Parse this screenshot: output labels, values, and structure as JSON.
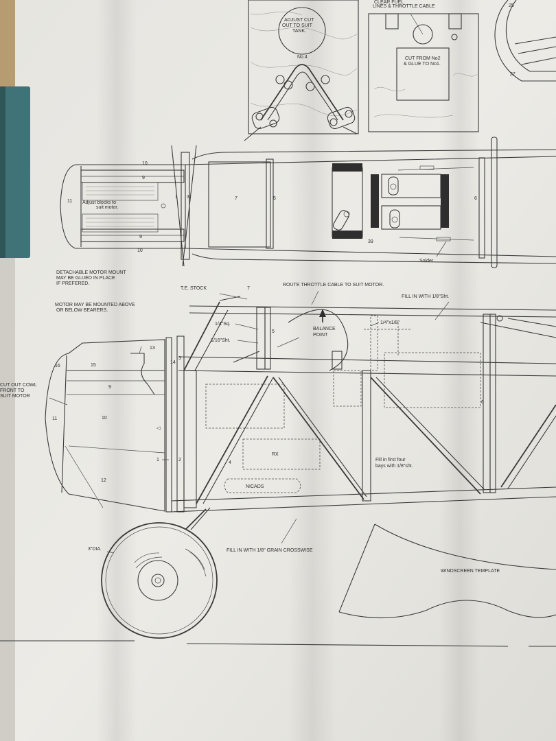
{
  "colors": {
    "paper": "#e9e8e3",
    "ink": "#3a3a3a",
    "binder": "#3f7378",
    "shadow": "#c9c8c2"
  },
  "top_left_panel": {
    "note": "ADJUST CUT OUT TO SUIT TANK.",
    "part": "No.4"
  },
  "top_middle_panel": {
    "header": "CLEAR FUEL LINES & THROTTLE CABLE",
    "note": "CUT FROM No2 & GLUE TO No1."
  },
  "top_right_panel": {
    "num_a": "25",
    "num_b": "27"
  },
  "top_view": {
    "note_adjust": "Adjust blocks to suit motor.",
    "n11": "11",
    "n10a": "10",
    "n9a": "9",
    "n9b": "9",
    "n10b": "10",
    "n3": "3",
    "n1": "1",
    "n7": "7",
    "n5": "5",
    "n6": "6",
    "n39": "39",
    "solder": "Solder"
  },
  "notes": {
    "detachable": "DETACHABLE MOTOR MOUNT MAY BE GLUED IN PLACE IF PREFERED.",
    "motor_mount": "MOTOR MAY BE MOUNTED ABOVE OR BELOW BEARERS.",
    "te_stock": "T.E. STOCK",
    "n7": "7",
    "route": "ROUTE THROTTLE CABLE TO SUIT MOTOR.",
    "fill_top": "FILL IN WITH 1/8\"Sht.",
    "cowl": "CUT OUT COWL FRONT TO SUIT MOTOR"
  },
  "side_view": {
    "sq": "1/4\"Sq.",
    "sht": "1/16\"Sht.",
    "n5": "5",
    "balance": "BALANCE POINT",
    "strip": "1/4\"x1/8\"",
    "n13": "13",
    "n16": "16",
    "n15": "15",
    "n14": "14",
    "n3": "3",
    "n9": "9",
    "n11": "11",
    "n10": "10",
    "n6": "6",
    "n1": "1",
    "n2": "2",
    "n4": "4",
    "n12": "12",
    "rx": "RX",
    "nicads": "NICADS",
    "fill_bays": "Fill in first four bays with 1/8\"sht."
  },
  "bottom": {
    "wheel": "3\"DIA.",
    "grain": "FILL IN WITH 1/8\" GRAIN CROSSWISE",
    "windscreen": "WINDSCREEN TEMPLATE"
  }
}
